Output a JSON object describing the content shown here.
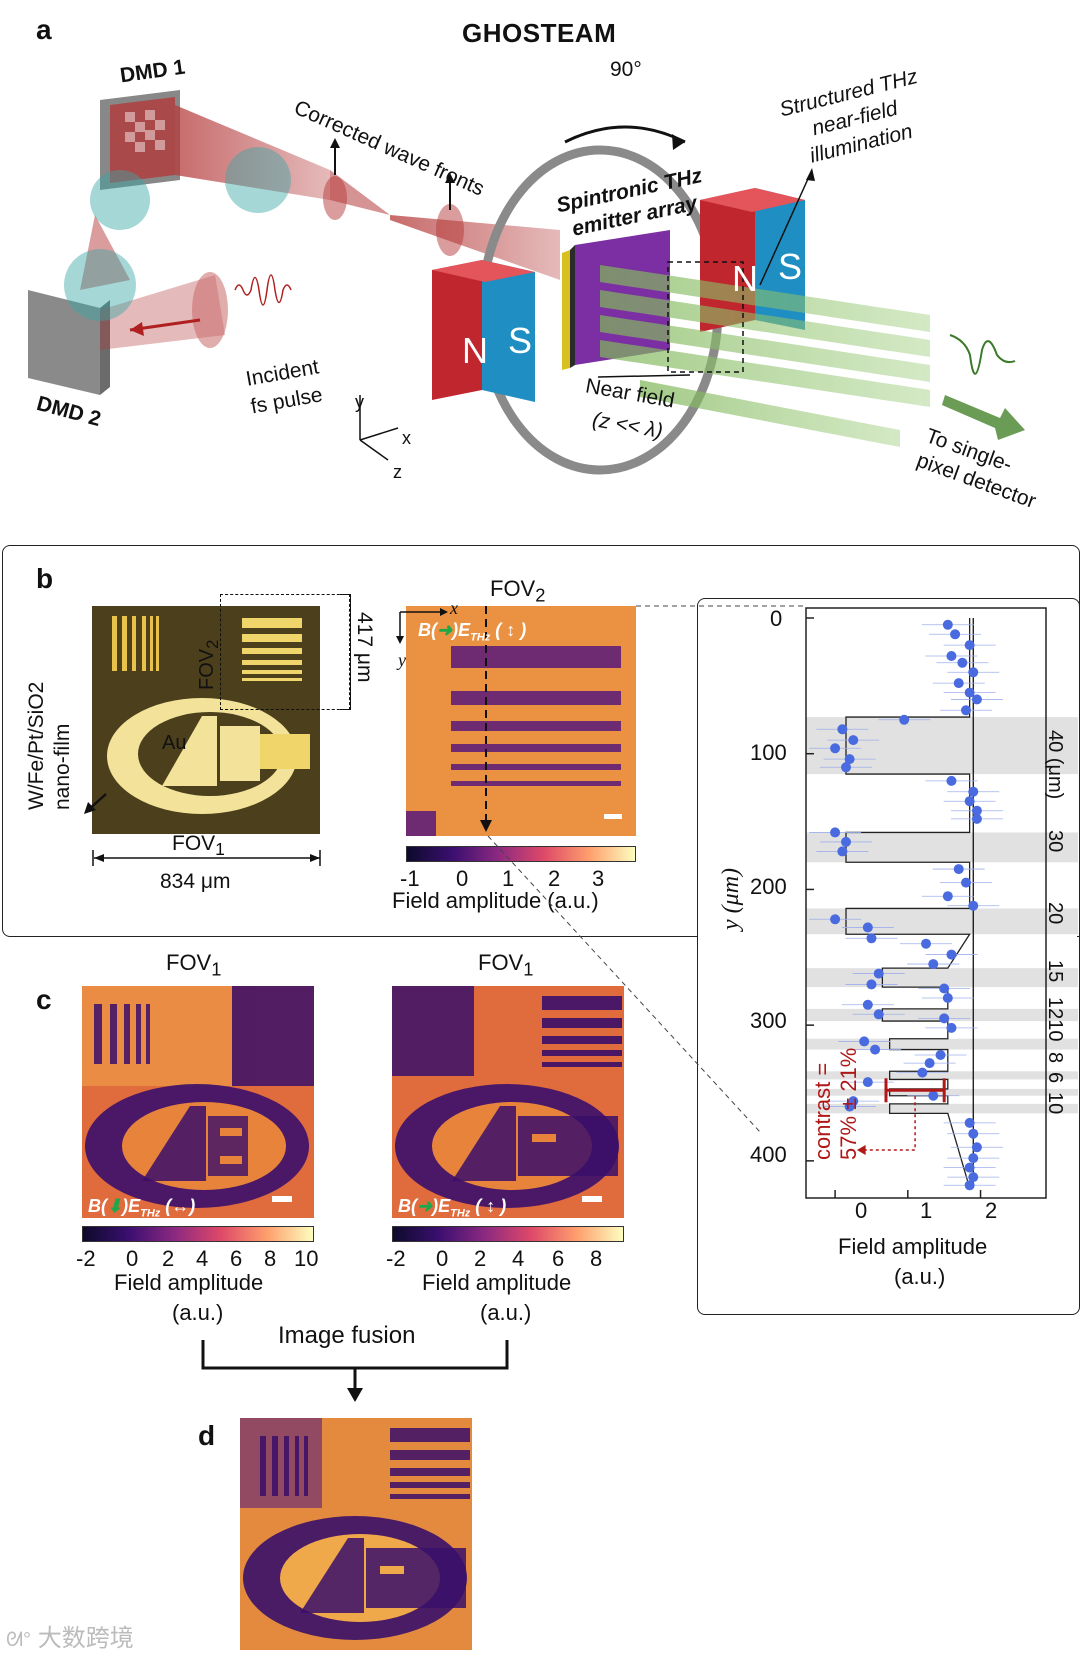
{
  "panel_a": {
    "letter": "a",
    "title": "GHOSTEAM",
    "dmd1": "DMD 1",
    "dmd2": "DMD 2",
    "corrected": "Corrected wave fronts",
    "angle": "90°",
    "emitter": "Spintronic THz emitter array",
    "structured": "Structured THz near-field illumination",
    "incident": "Incident fs pulse",
    "near_field": "Near field",
    "near_field_cond": "(z << λ)",
    "detector": "To single-pixel detector",
    "magnet_n": "N",
    "magnet_s": "S",
    "axis_x": "x",
    "axis_y": "y",
    "axis_z": "z"
  },
  "panel_b": {
    "letter": "b",
    "film": "W/Fe/Pt/SiO2",
    "film_sub": "nano-film",
    "au": "Au",
    "fov1": "FOV",
    "fov1_sub": "1",
    "fov1_size": "834 μm",
    "fov2": "FOV",
    "fov2_sub": "2",
    "fov2_size": "417 μm",
    "image_title": "FOV",
    "image_title_sub": "2",
    "axis_x": "x",
    "axis_y": "y",
    "pol_b": "B(",
    "pol_e": ")E",
    "pol_sub": "THz",
    "cbar_ticks": [
      "-1",
      "0",
      "1",
      "2",
      "3"
    ],
    "cbar_label": "Field amplitude (a.u.)"
  },
  "profile": {
    "ylabel": "y (μm)",
    "xlabel": "Field amplitude",
    "xlabel2": "(a.u.)",
    "yticks": [
      "0",
      "100",
      "200",
      "300",
      "400"
    ],
    "xticks": [
      "0",
      "1",
      "2"
    ],
    "widths": [
      "40 (μm)",
      "30",
      "20",
      "15",
      "1210",
      "8",
      "6",
      "10"
    ],
    "contrast": "contrast =",
    "contrast_value": "57% ± 21%"
  },
  "panel_c": {
    "letter": "c",
    "left_title": "FOV",
    "right_title": "FOV",
    "title_sub": "1",
    "left_ticks": [
      "-2",
      "0",
      "2",
      "4",
      "6",
      "8",
      "10"
    ],
    "right_ticks": [
      "-2",
      "0",
      "2",
      "4",
      "6",
      "8"
    ],
    "cbar_label": "Field amplitude",
    "cbar_label2": "(a.u.)",
    "fusion": "Image fusion"
  },
  "panel_d": {
    "letter": "d"
  },
  "watermark": "大数跨境",
  "colors": {
    "magnet_red": "#c0262e",
    "magnet_blue": "#1f8ec2",
    "beam_red": "#b53a3a",
    "thz_green": "#7fb65a",
    "dot_blue": "#4a6be0",
    "contrast_red": "#b01818"
  },
  "chart_data": {
    "type": "scatter",
    "xlabel": "Field amplitude (a.u.)",
    "ylabel": "y (μm)",
    "xlim": [
      -0.4,
      2.9
    ],
    "ylim": [
      0,
      420
    ],
    "y_reversed": true,
    "series": [
      {
        "points": [
          [
            1.55,
            5
          ],
          [
            1.65,
            12
          ],
          [
            1.85,
            20
          ],
          [
            1.6,
            28
          ],
          [
            1.75,
            33
          ],
          [
            1.9,
            40
          ],
          [
            1.7,
            48
          ],
          [
            1.85,
            55
          ],
          [
            1.95,
            60
          ],
          [
            1.8,
            68
          ],
          [
            0.95,
            75
          ],
          [
            0.1,
            82
          ],
          [
            0.25,
            90
          ],
          [
            0.0,
            96
          ],
          [
            0.2,
            104
          ],
          [
            0.15,
            110
          ],
          [
            1.6,
            120
          ],
          [
            1.9,
            128
          ],
          [
            1.85,
            135
          ],
          [
            1.95,
            142
          ],
          [
            1.95,
            148
          ],
          [
            0.0,
            158
          ],
          [
            0.15,
            165
          ],
          [
            0.1,
            172
          ],
          [
            1.7,
            185
          ],
          [
            1.8,
            195
          ],
          [
            1.55,
            205
          ],
          [
            1.9,
            212
          ],
          [
            0.0,
            222
          ],
          [
            0.45,
            228
          ],
          [
            0.5,
            236
          ],
          [
            1.25,
            240
          ],
          [
            1.6,
            248
          ],
          [
            1.35,
            255
          ],
          [
            0.6,
            262
          ],
          [
            0.5,
            270
          ],
          [
            1.5,
            273
          ],
          [
            1.55,
            280
          ],
          [
            0.45,
            285
          ],
          [
            0.6,
            292
          ],
          [
            1.5,
            295
          ],
          [
            1.6,
            302
          ],
          [
            0.4,
            312
          ],
          [
            0.55,
            318
          ],
          [
            1.45,
            322
          ],
          [
            1.3,
            328
          ],
          [
            1.2,
            335
          ],
          [
            0.45,
            342
          ],
          [
            1.35,
            352
          ],
          [
            0.25,
            356
          ],
          [
            0.2,
            360
          ],
          [
            1.85,
            372
          ],
          [
            1.9,
            380
          ],
          [
            1.95,
            390
          ],
          [
            1.9,
            398
          ],
          [
            1.85,
            405
          ],
          [
            1.9,
            412
          ],
          [
            1.85,
            418
          ]
        ]
      }
    ],
    "bands": [
      [
        73,
        115
      ],
      [
        158,
        180
      ],
      [
        214,
        233
      ],
      [
        258,
        272
      ],
      [
        288,
        297
      ],
      [
        310,
        318
      ],
      [
        334,
        340
      ],
      [
        347,
        352
      ],
      [
        358,
        365
      ]
    ]
  }
}
